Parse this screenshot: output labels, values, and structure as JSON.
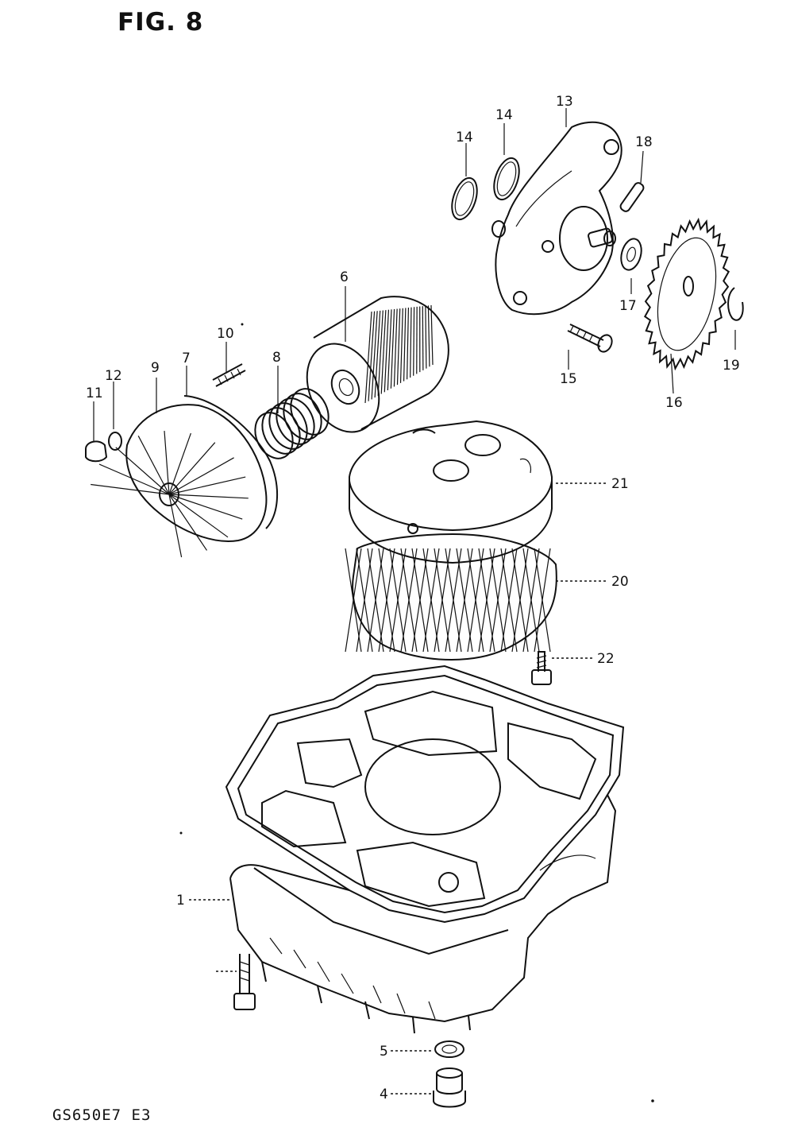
{
  "figure": {
    "title": "FIG. 8",
    "model_code": "GS650E7 E3"
  },
  "part_labels": {
    "p1": "1",
    "p4": "4",
    "p5": "5",
    "p6": "6",
    "p7": "7",
    "p8": "8",
    "p9": "9",
    "p10": "10",
    "p11": "11",
    "p12": "12",
    "p13": "13",
    "p14a": "14",
    "p14b": "14",
    "p15": "15",
    "p16": "16",
    "p17": "17",
    "p18": "18",
    "p19": "19",
    "p20": "20",
    "p21": "21",
    "p22": "22"
  }
}
